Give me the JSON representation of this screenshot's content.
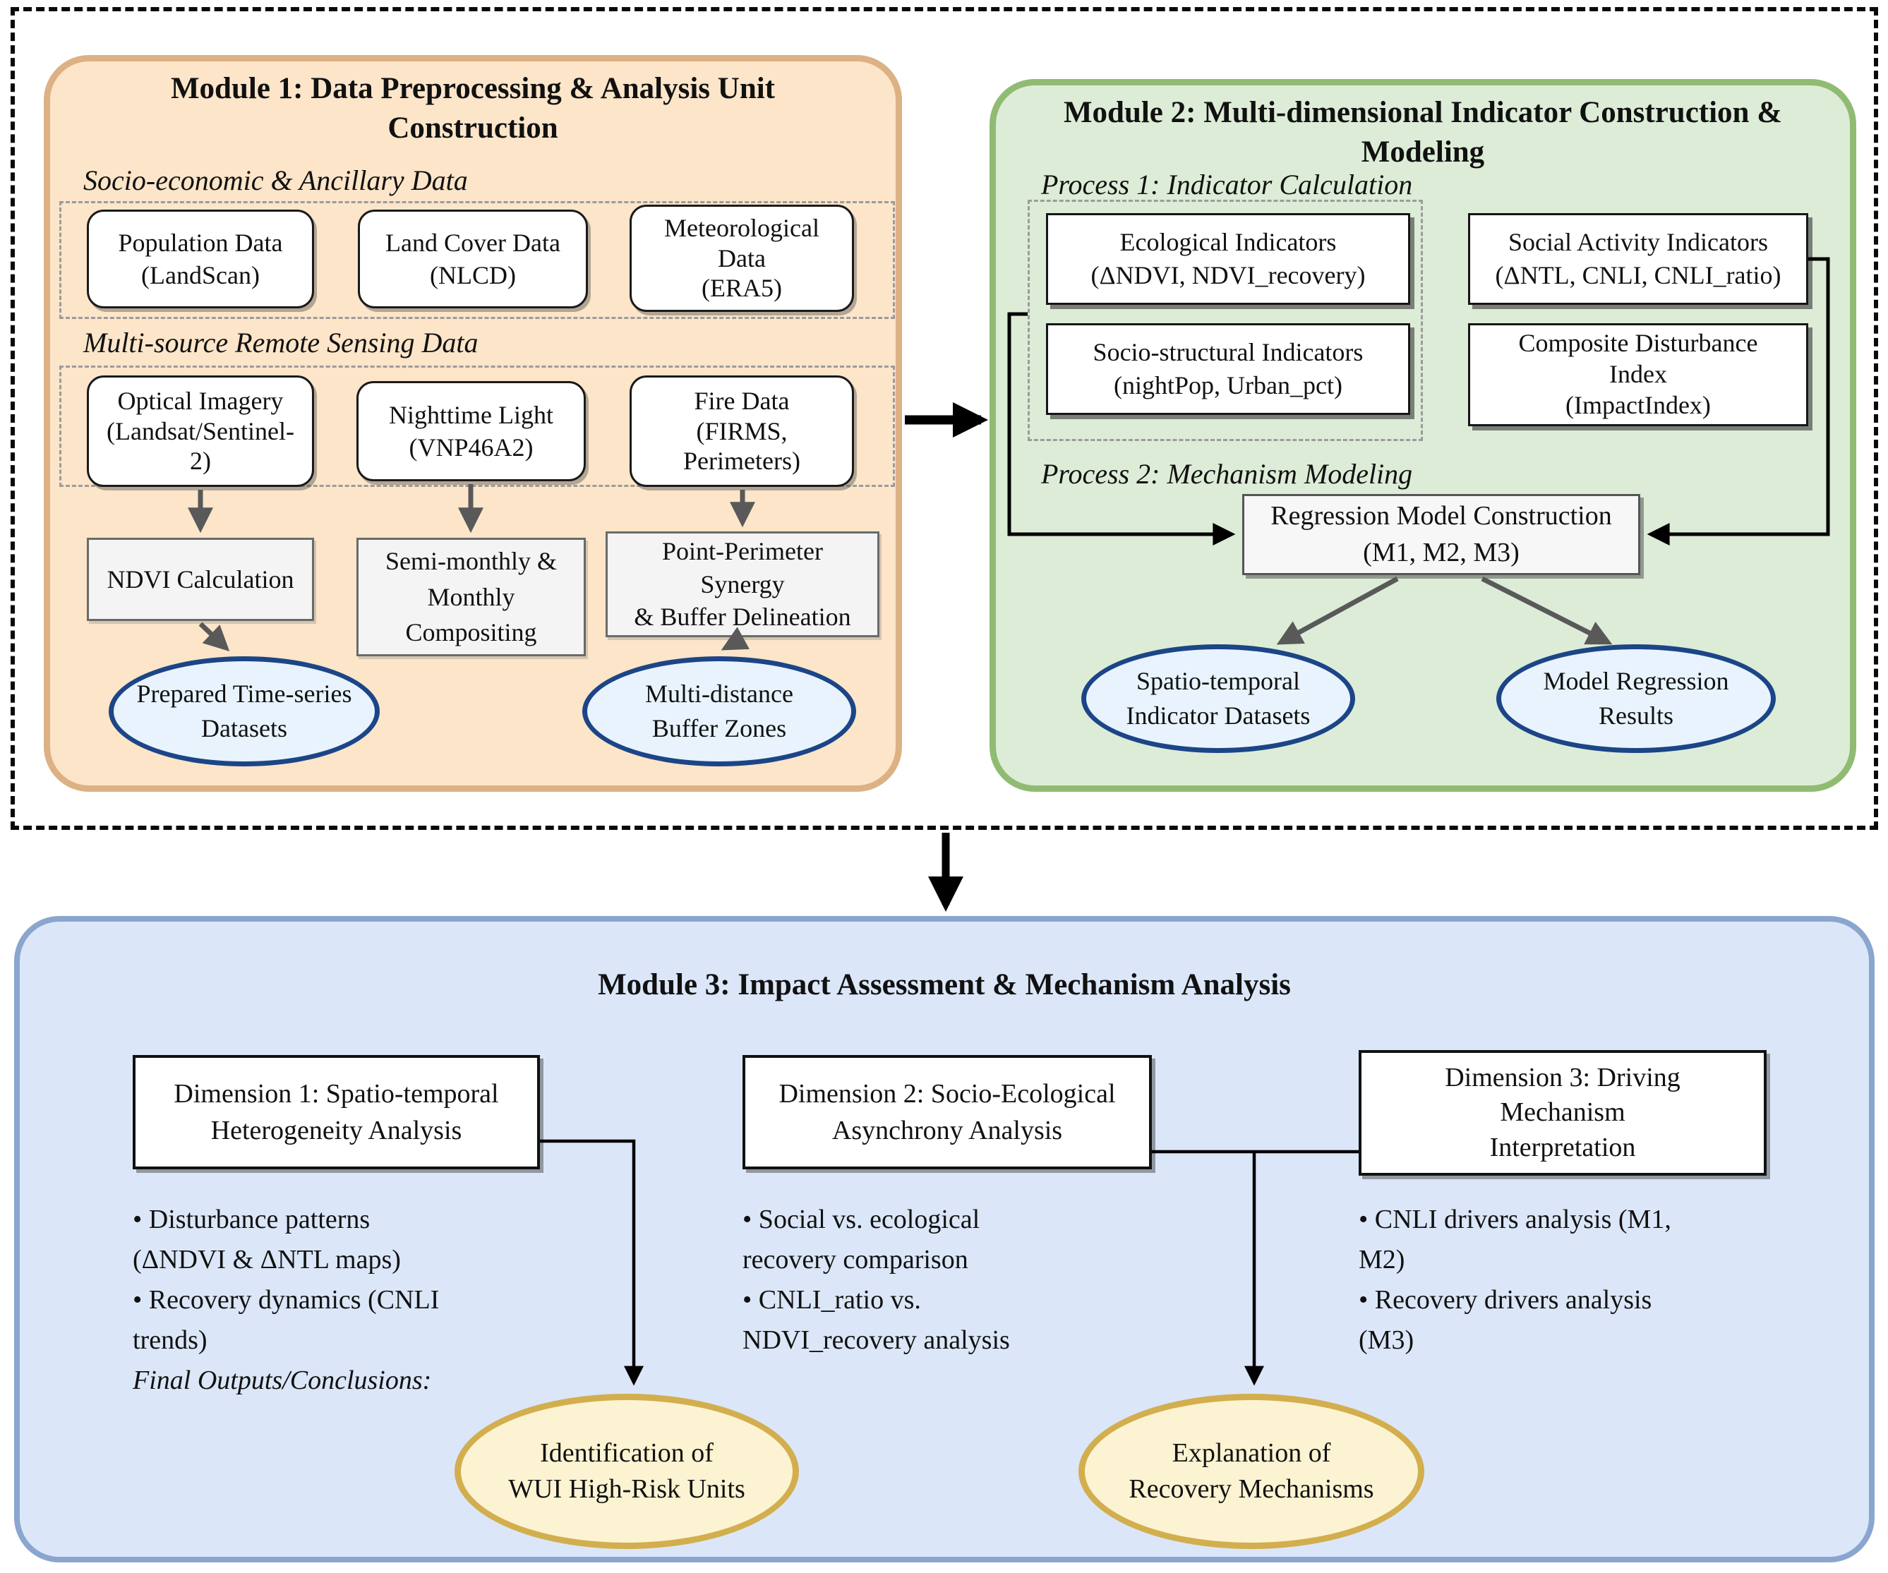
{
  "palette": {
    "module1_fill": "#fce5c9",
    "module1_border": "#dcb184",
    "module2_fill": "#ddecd7",
    "module2_border": "#90bb72",
    "module3_fill": "#dbe7f8",
    "module3_border": "#8aa6ce",
    "blue_ellipse_fill": "#e8f3fd",
    "blue_ellipse_border": "#1c4587",
    "yellow_ellipse_fill": "#fcf3d2",
    "yellow_ellipse_border": "#d2ae4e",
    "gray_arrow": "#595959",
    "black_arrow": "#000000"
  },
  "module1": {
    "title": "Module 1: Data Preprocessing & Analysis Unit\nConstruction",
    "ancillary_label": "Socio-economic & Ancillary Data",
    "remote_label": "Multi-source Remote Sensing Data",
    "population": "Population Data\n(LandScan)",
    "landcover": "Land Cover Data\n(NLCD)",
    "meteorological": "Meteorological\nData\n(ERA5)",
    "optical": "Optical Imagery\n(Landsat/Sentinel-\n2)",
    "nighttime": "Nighttime Light\n(VNP46A2)",
    "fire": "Fire Data\n(FIRMS,\nPerimeters)",
    "ndvi": "NDVI Calculation",
    "compositing": "Semi-monthly &\nMonthly\nCompositing",
    "synergy": "Point-Perimeter\nSynergy\n& Buffer Delineation",
    "out_timeseries": "Prepared Time-series\nDatasets",
    "out_buffer": "Multi-distance\nBuffer Zones"
  },
  "module2": {
    "title": "Module 2: Multi-dimensional Indicator Construction &\nModeling",
    "process1_label": "Process 1: Indicator Calculation",
    "process2_label": "Process 2: Mechanism Modeling",
    "ecological": "Ecological Indicators\n(ΔNDVI, NDVI_recovery)",
    "social": "Social Activity Indicators\n(ΔNTL, CNLI, CNLI_ratio)",
    "socio_structural": "Socio-structural Indicators\n(nightPop, Urban_pct)",
    "composite": "Composite Disturbance\nIndex\n(ImpactIndex)",
    "regression": "Regression Model Construction\n(M1, M2, M3)",
    "out_datasets": "Spatio-temporal\nIndicator Datasets",
    "out_results": "Model Regression\nResults"
  },
  "module3": {
    "title": "Module 3: Impact Assessment & Mechanism Analysis",
    "dim1_title": "Dimension 1: Spatio-temporal\nHeterogeneity Analysis",
    "dim2_title": "Dimension 2: Socio-Ecological\nAsynchrony Analysis",
    "dim3_title": "Dimension 3: Driving\nMechanism\nInterpretation",
    "dim1_bullets": "• Disturbance patterns\n(ΔNDVI & ΔNTL maps)\n• Recovery dynamics (CNLI\ntrends)",
    "final_label": "Final Outputs/Conclusions:",
    "dim2_bullets": "• Social vs. ecological\nrecovery comparison\n• CNLI_ratio vs.\nNDVI_recovery analysis",
    "dim3_bullets": "• CNLI drivers analysis (M1,\nM2)\n• Recovery drivers analysis\n(M3)",
    "out_identification": "Identification of\nWUI High-Risk Units",
    "out_explanation": "Explanation of\nRecovery Mechanisms"
  }
}
